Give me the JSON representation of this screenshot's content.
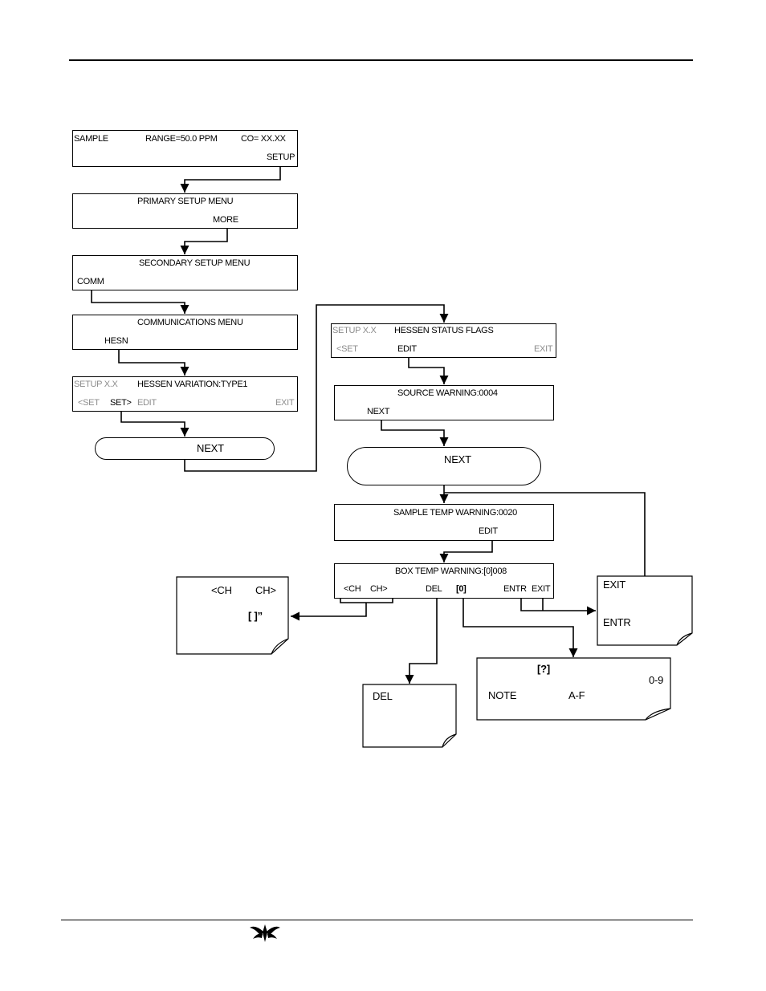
{
  "screen_sample": {
    "mode": "SAMPLE",
    "range": "RANGE=50.0 PPM",
    "reading": "CO= XX.XX",
    "setup_key": "SETUP"
  },
  "screen_primary": {
    "title": "PRIMARY SETUP MENU",
    "more_key": "MORE"
  },
  "screen_secondary": {
    "title": "SECONDARY SETUP MENU",
    "comm_key": "COMM"
  },
  "screen_comm": {
    "title": "COMMUNICATIONS MENU",
    "hesn_key": "HESN"
  },
  "screen_variation": {
    "prefix": "SETUP X.X",
    "title": "HESSEN VARIATION:TYPE1",
    "prev_key": "<SET",
    "next_key": "SET>",
    "edit_key": "EDIT",
    "exit_key": "EXIT"
  },
  "next_pill_left": {
    "label": "NEXT"
  },
  "screen_flags": {
    "prefix": "SETUP X.X",
    "title": "HESSEN STATUS FLAGS",
    "prev_key": "<SET",
    "edit_key": "EDIT",
    "exit_key": "EXIT"
  },
  "screen_source": {
    "title": "SOURCE WARNING:0004",
    "next_key": "NEXT"
  },
  "next_pill_right": {
    "label": "NEXT"
  },
  "screen_sample_temp": {
    "title": "SAMPLE TEMP WARNING:0020",
    "edit_key": "EDIT"
  },
  "screen_box_temp": {
    "title": "BOX TEMP WARNING:[0]008",
    "ch_left_key": "<CH",
    "ch_right_key": "CH>",
    "del_key": "DEL",
    "digit_key": "[0]",
    "entr_key": "ENTR",
    "exit_key": "EXIT"
  },
  "note_ch": {
    "ch_left": "<CH",
    "ch_right": "CH>",
    "cursor": "[ ]”"
  },
  "note_exit": {
    "exit_label": "EXIT",
    "entr_label": "ENTR"
  },
  "note_del": {
    "del_label": "DEL"
  },
  "note_digit": {
    "cursor": "[?]",
    "range": "0-9",
    "note_label": "NOTE",
    "hex_range": "A-F"
  },
  "colors": {
    "line": "#000000",
    "inactive_key": "#8c8c8c",
    "background": "#ffffff"
  }
}
